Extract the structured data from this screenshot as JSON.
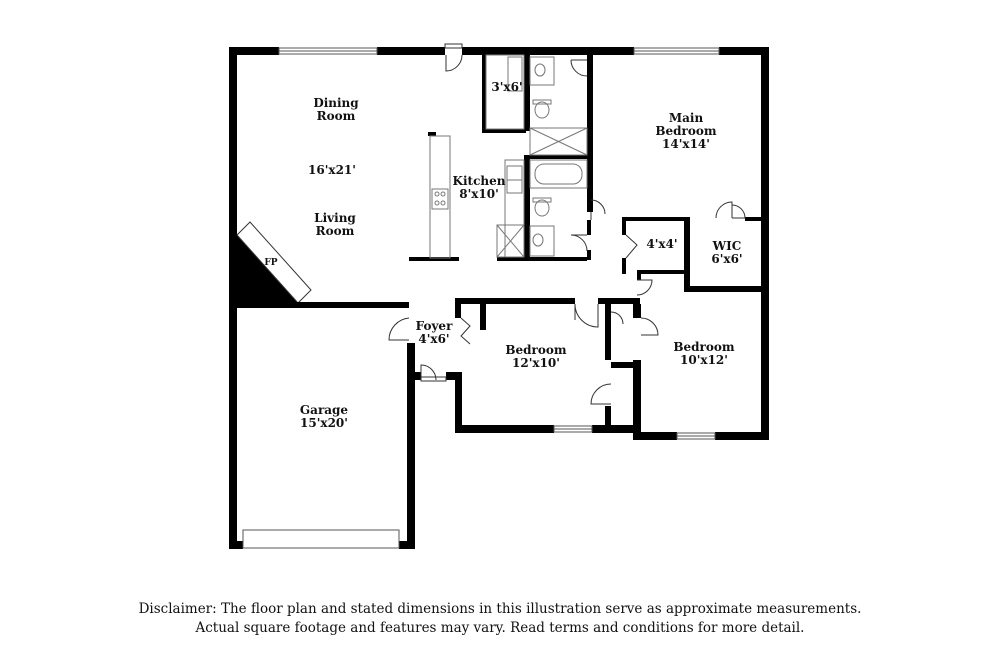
{
  "rooms": {
    "dining_living": {
      "line1": "Dining",
      "line2": "Room",
      "dim": "16'x21'",
      "line3": "Living",
      "line4": "Room"
    },
    "fireplace": {
      "label": "FP"
    },
    "laundry": {
      "dim": "3'x6'"
    },
    "kitchen": {
      "label": "Kitchen",
      "dim": "8'x10'"
    },
    "main_bedroom": {
      "line1": "Main",
      "line2": "Bedroom",
      "dim": "14'x14'"
    },
    "closet": {
      "dim": "4'x4'"
    },
    "wic": {
      "label": "WIC",
      "dim": "6'x6'"
    },
    "foyer": {
      "label": "Foyer",
      "dim": "4'x6'"
    },
    "bedroom_2": {
      "label": "Bedroom",
      "dim": "12'x10'"
    },
    "bedroom_3": {
      "label": "Bedroom",
      "dim": "10'x12'"
    },
    "garage": {
      "label": "Garage",
      "dim": "15'x20'"
    }
  },
  "disclaimer": {
    "line1": "Disclaimer: The floor plan and stated dimensions in this illustration serve as approximate measurements.",
    "line2": "Actual square footage and features may vary. Read terms and conditions for more detail."
  },
  "colors": {
    "wall": "#000000",
    "thin_line": "#333333",
    "fixture": "#777777",
    "background": "#ffffff"
  }
}
